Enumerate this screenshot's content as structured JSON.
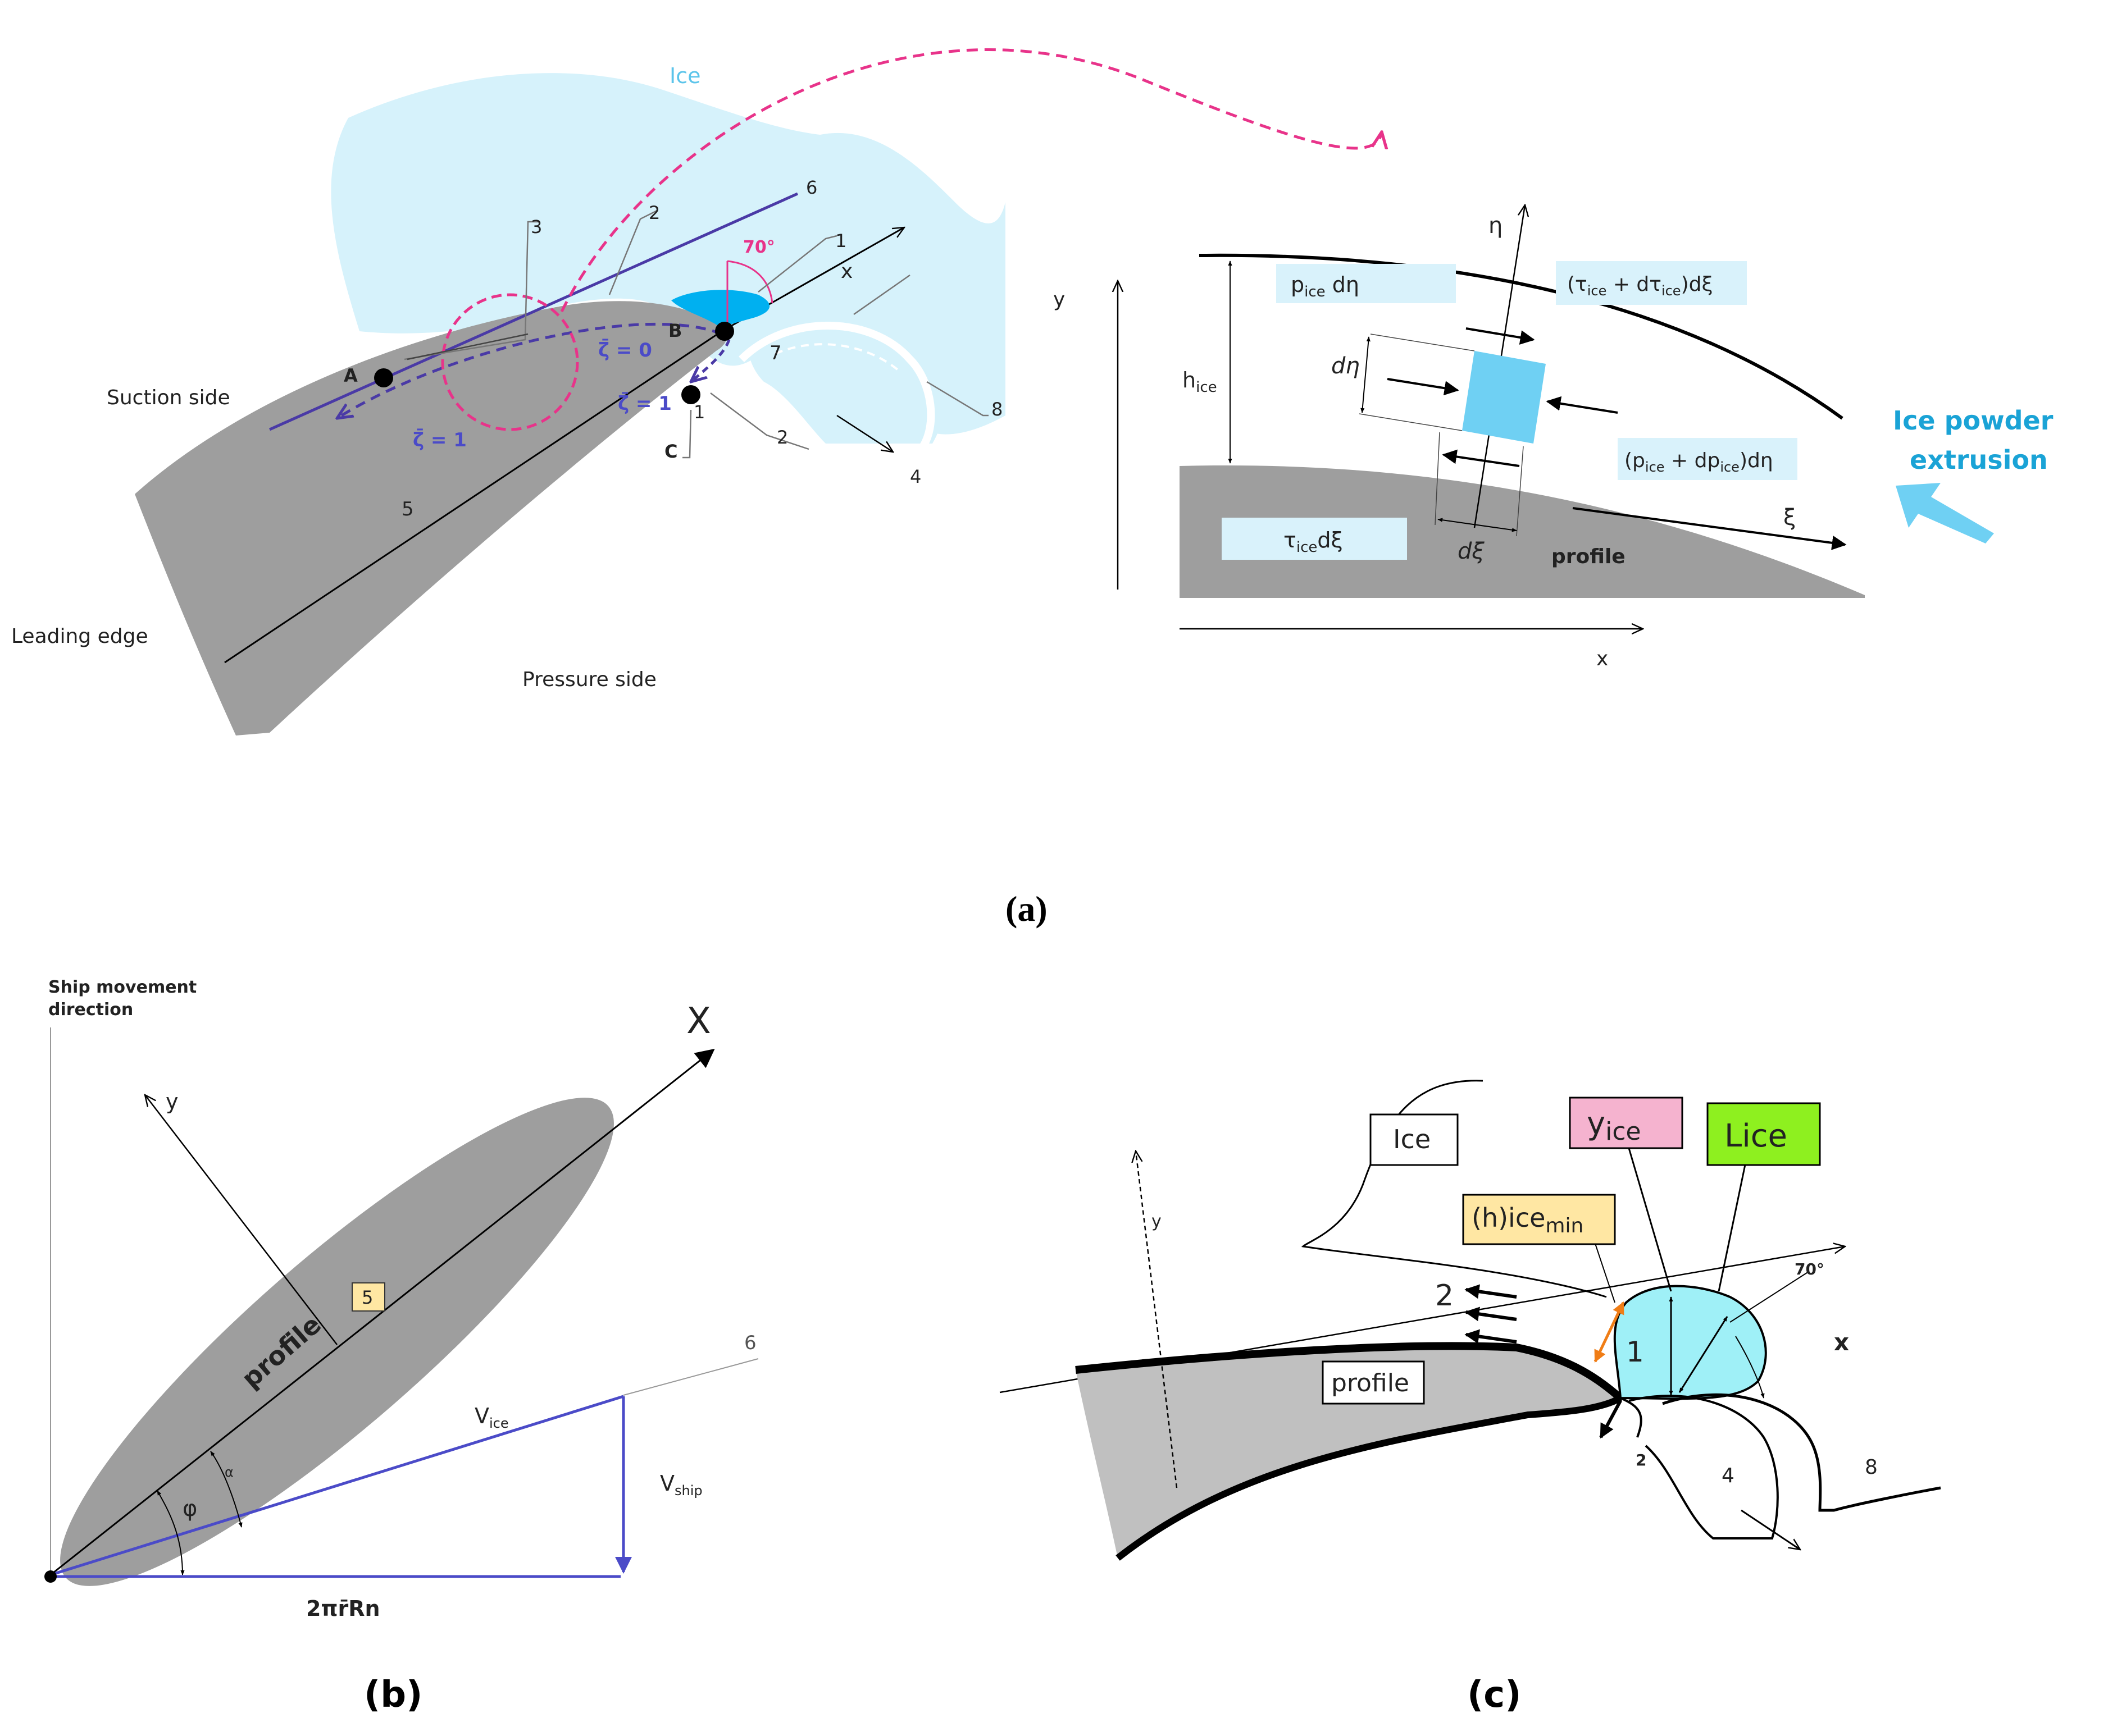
{
  "colors": {
    "ice": "#d6f2fb",
    "ice_extrusion": "#00b0f0",
    "ice_powder": "#6fd0f3",
    "profile": "#9e9e9e",
    "magenta": "#e8338a",
    "navy": "#4a3aa6",
    "blue_line": "#4b4bc8",
    "label_box": "#d9f2fb",
    "pink_box": "#f5b3cf",
    "green_box": "#8ef01f",
    "yellow_box": "#ffe7a3",
    "orange": "#f07d16"
  },
  "panel_a_left": {
    "ice": "Ice",
    "suction_side": "Suction side",
    "leading_edge": "Leading edge",
    "pressure_side": "Pressure side",
    "angle": "70°",
    "axis_x": "x",
    "point_a": "A",
    "point_b": "B",
    "point_c": "C",
    "zeta_0": "ζ̄ = 0",
    "zeta_1_upper": "ζ̄ = 1",
    "zeta_1_lower": "ζ̄ = 1",
    "n1_top": "1",
    "n1_bottom": "1",
    "n2_top": "2",
    "n2_bottom": "2",
    "n3": "3",
    "n4": "4",
    "n5": "5",
    "n6": "6",
    "n7": "7",
    "n8": "8"
  },
  "panel_a_right": {
    "axis_y": "y",
    "axis_x": "x",
    "eta": "η",
    "xi": "ξ",
    "d_eta": "dη",
    "d_xi": "dξ",
    "h_ice": "h",
    "h_ice_sub": "ice",
    "profile": "profile",
    "p_ice_d_eta": "p",
    "p_ice_d_eta_sub": "ice",
    "p_ice_d_eta_tail": " dη",
    "tau_top_1": "(τ",
    "tau_top_sub1": "ice",
    "tau_top_2": " + dτ",
    "tau_top_sub2": "ice",
    "tau_top_3": ")dξ",
    "p_right_1": "(p",
    "p_right_sub1": "ice",
    "p_right_2": " + dp",
    "p_right_sub2": "ice",
    "p_right_3": ")dη",
    "tau_bottom": "τ",
    "tau_bottom_sub": "ice",
    "tau_bottom_tail": "dξ",
    "extrusion_line1": "Ice powder",
    "extrusion_line2": "extrusion"
  },
  "caption_a": "(a)",
  "panel_b": {
    "title_line1": "Ship movement",
    "title_line2": "direction",
    "axis_X": "X",
    "axis_y": "y",
    "profile": "profile",
    "box5": "5",
    "n6": "6",
    "v_ice": "V",
    "v_ice_sub": "ice",
    "v_ship": "V",
    "v_ship_sub": "ship",
    "phi": "φ",
    "alpha": "α",
    "bottom": "2πr̄Rn"
  },
  "caption_b": "(b)",
  "panel_c": {
    "ice_box": "Ice",
    "y_ice": "y",
    "y_ice_sub": "ice",
    "l_ice": "Lice",
    "h_ice_min": "(h)ice",
    "h_ice_min_sub": "min",
    "profile_box": "profile",
    "axis_y": "y",
    "axis_x": "x",
    "angle": "70°",
    "n1": "1",
    "n2_top": "2",
    "n2_bottom": "2",
    "n4": "4",
    "n8": "8"
  },
  "caption_c": "(c)"
}
